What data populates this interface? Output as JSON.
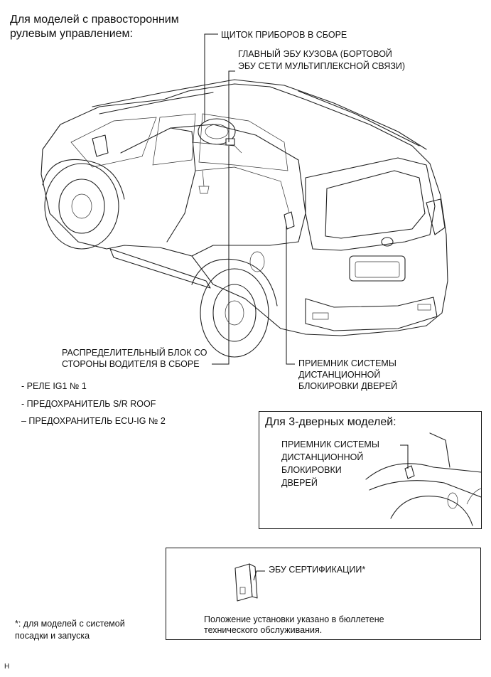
{
  "header": {
    "line1": "Для моделей с правосторонним",
    "line2": "рулевым управлением:"
  },
  "labels": {
    "combination_meter": "ЩИТОК ПРИБОРОВ В СБОРЕ",
    "main_body_ecu_line1": "ГЛАВНЫЙ ЭБУ КУЗОВА (БОРТОВОЙ",
    "main_body_ecu_line2": "ЭБУ СЕТИ МУЛЬТИПЛЕКСНОЙ СВЯЗИ)",
    "junction_block_line1": "РАСПРЕДЕЛИТЕЛЬНЫЙ БЛОК СО",
    "junction_block_line2": "СТОРОНЫ ВОДИТЕЛЯ В СБОРЕ",
    "receiver_line1": "ПРИЕМНИК СИСТЕМЫ",
    "receiver_line2": "ДИСТАНЦИОННОЙ",
    "receiver_line3": "БЛОКИРОВКИ ДВЕРЕЙ"
  },
  "junction_items": [
    "- РЕЛЕ IG1 № 1",
    "- ПРЕДОХРАНИТЕЛЬ S/R ROOF",
    "– ПРЕДОХРАНИТЕЛЬ ECU-IG № 2"
  ],
  "three_door_box": {
    "title": "Для 3-дверных моделей:",
    "line1": "ПРИЕМНИК СИСТЕМЫ",
    "line2": "ДИСТАНЦИОННОЙ",
    "line3": "БЛОКИРОВКИ",
    "line4": "ДВЕРЕЙ"
  },
  "cert_box": {
    "ecu_label": "ЭБУ СЕРТИФИКАЦИИ*",
    "note_line1": "Положение установки указано в бюллетене",
    "note_line2": "технического обслуживания."
  },
  "footnote": {
    "line1": "*: для моделей с системой",
    "line2": "посадки и запуска"
  },
  "corner_mark": "H"
}
